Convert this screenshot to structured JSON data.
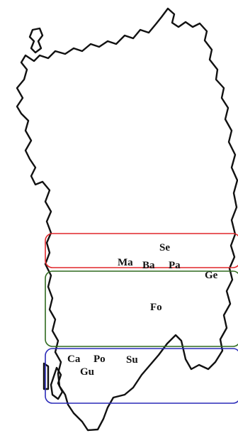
{
  "map": {
    "outline_color": "#111111",
    "background_color": "#ffffff"
  },
  "zones": [
    {
      "id": "north",
      "color": "#e0262a"
    },
    {
      "id": "middle",
      "color": "#2f6a1e"
    },
    {
      "id": "south",
      "color": "#2a2ab8"
    }
  ],
  "labels": {
    "se": "Se",
    "ma": "Ma",
    "ba": "Ba",
    "pa": "Pa",
    "ge": "Ge",
    "fo": "Fo",
    "ca": "Ca",
    "po": "Po",
    "gu": "Gu",
    "su": "Su"
  }
}
